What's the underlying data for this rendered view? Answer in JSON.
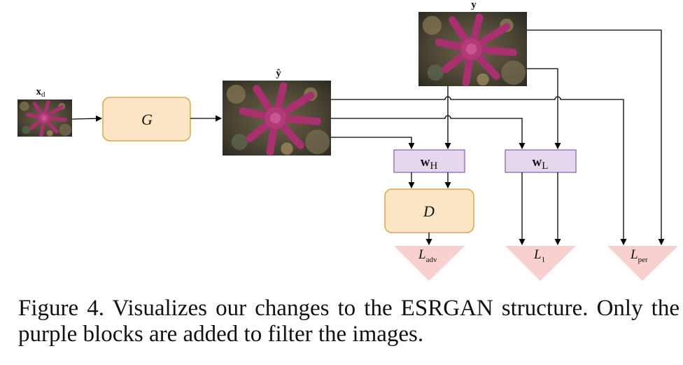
{
  "colors": {
    "generator_fill": "#fde6c6",
    "generator_stroke": "#d8a653",
    "filter_fill": "#e4d7ee",
    "filter_stroke": "#9a78b8",
    "loss_fill": "#f9d0d0",
    "arrow": "#000000"
  },
  "images": {
    "input": {
      "label": "x",
      "label_sub": "d"
    },
    "output": {
      "label": "ŷ"
    },
    "target": {
      "label": "y"
    }
  },
  "blocks": {
    "generator": {
      "label": "G"
    },
    "discriminator": {
      "label": "D"
    },
    "filter_high": {
      "label": "w",
      "label_sub": "H"
    },
    "filter_low": {
      "label": "w",
      "label_sub": "L"
    }
  },
  "losses": {
    "adversarial": {
      "label": "L",
      "label_sub": "adv"
    },
    "l1": {
      "label": "L",
      "label_sub": "1"
    },
    "perceptual": {
      "label": "L",
      "label_sub": "per"
    }
  },
  "caption": "Figure 4. Visualizes our changes to the ESRGAN structure. Only the purple blocks are added to filter the images."
}
